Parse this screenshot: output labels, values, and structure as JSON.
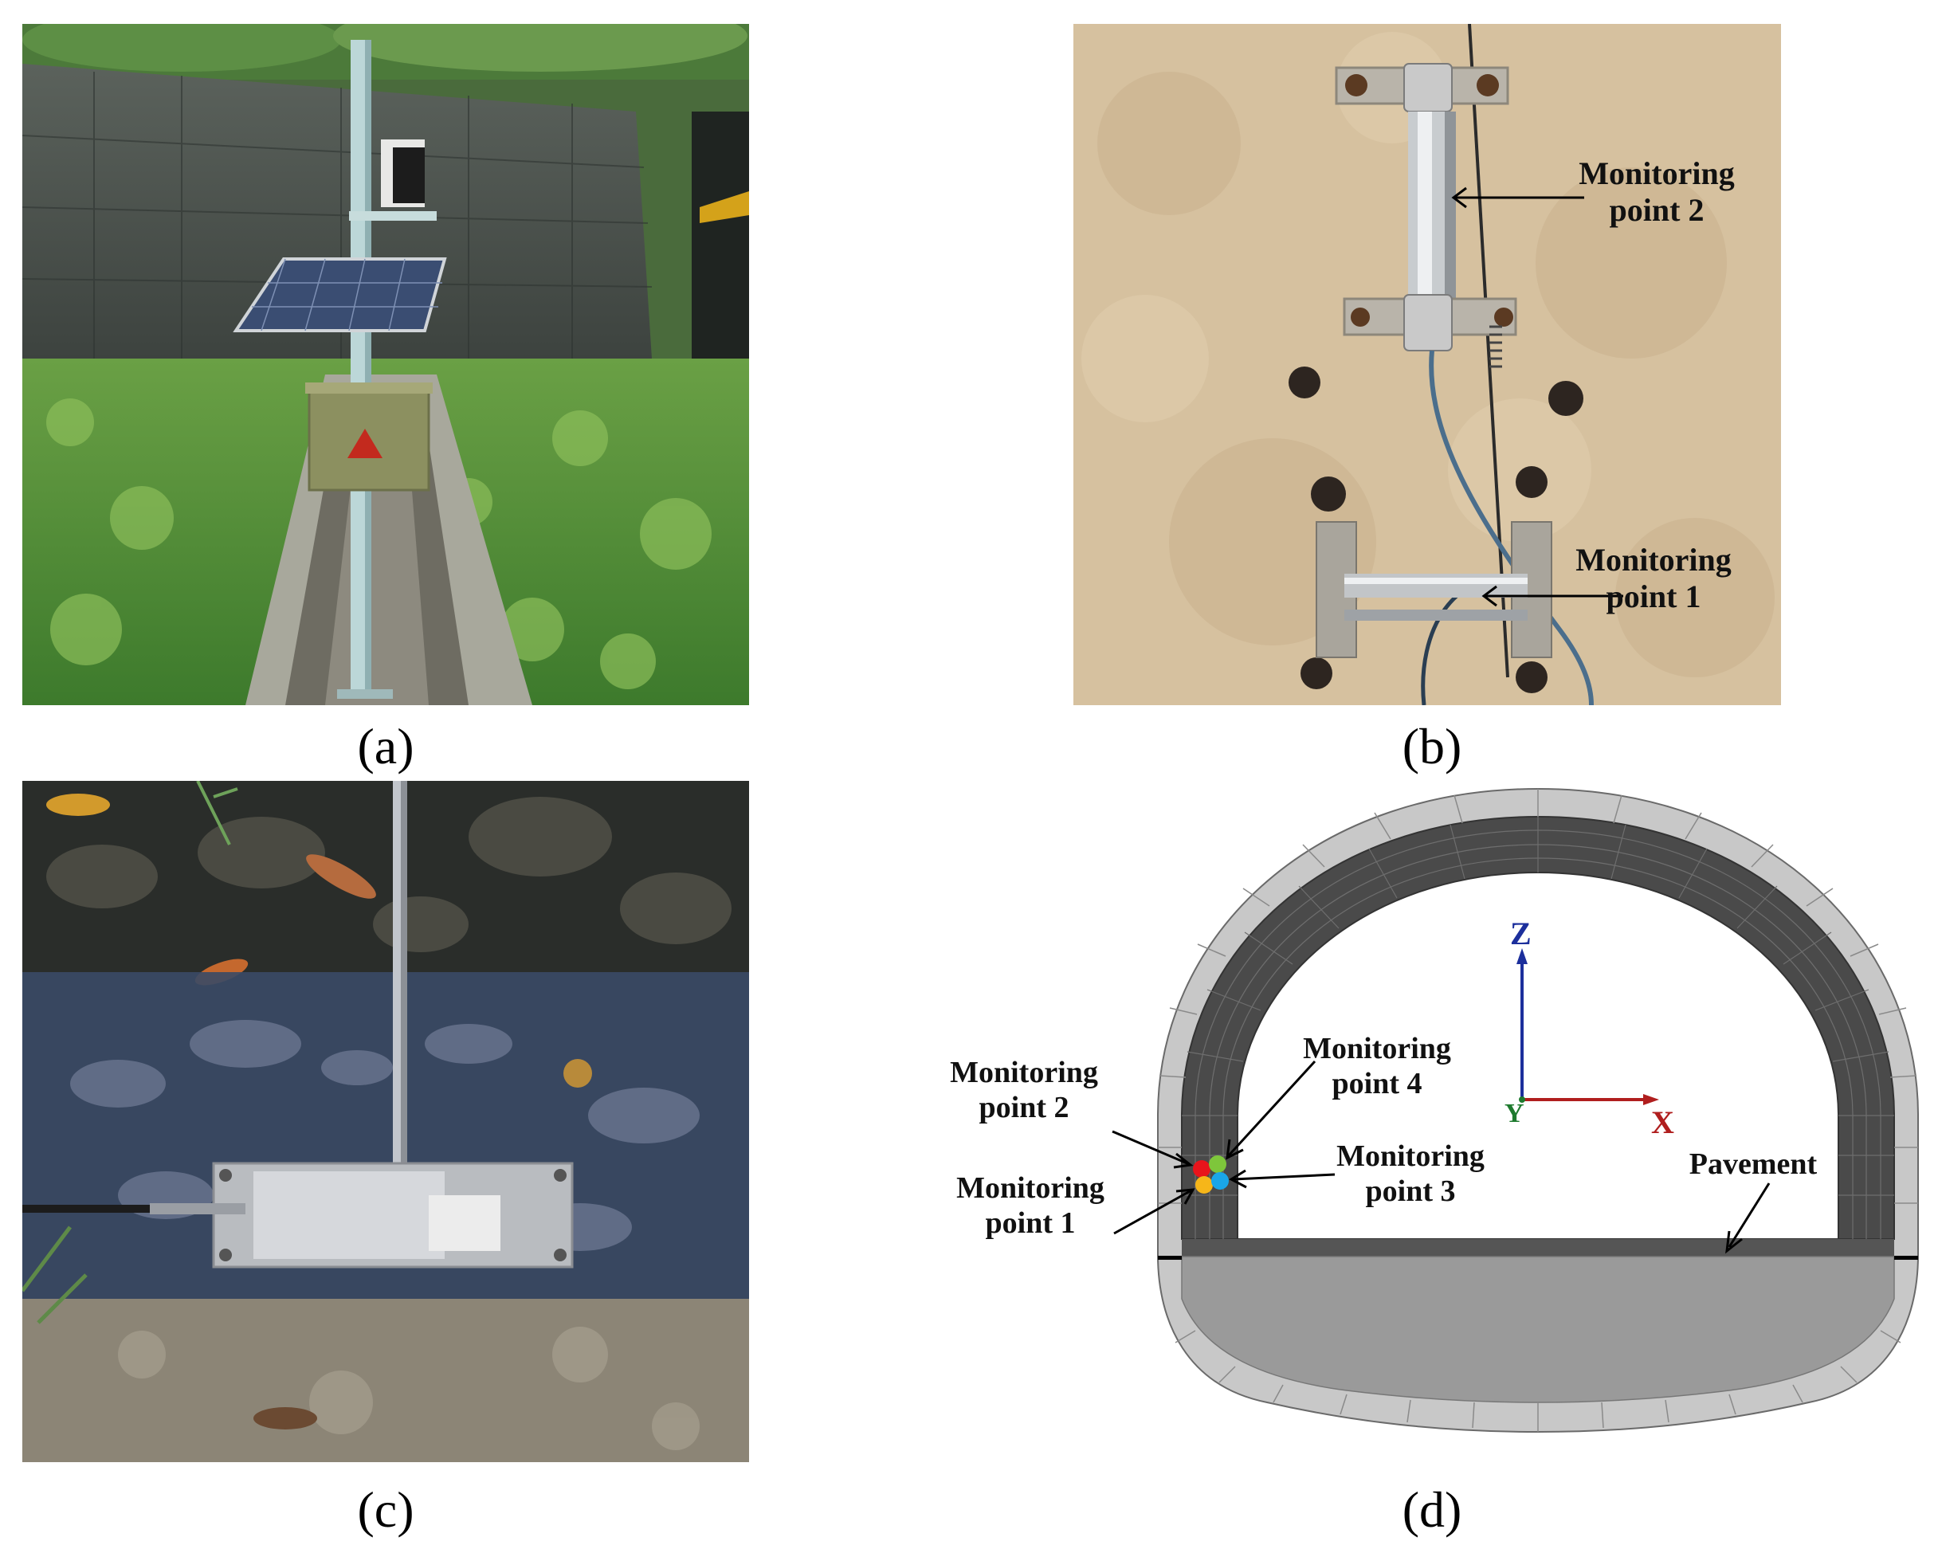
{
  "panels": {
    "a": {
      "caption": "(a)"
    },
    "b": {
      "caption": "(b)",
      "labels": {
        "mp2_line1": "Monitoring",
        "mp2_line2": "point 2",
        "mp1_line1": "Monitoring",
        "mp1_line2": "point 1"
      }
    },
    "c": {
      "caption": "(c)"
    },
    "d": {
      "caption": "(d)",
      "labels": {
        "mp2_line1": "Monitoring",
        "mp2_line2": "point 2",
        "mp1_line1": "Monitoring",
        "mp1_line2": "point 1",
        "mp4_line1": "Monitoring",
        "mp4_line2": "point 4",
        "mp3_line1": "Monitoring",
        "mp3_line2": "point 3",
        "pavement": "Pavement"
      },
      "axes": {
        "z": "Z",
        "x": "X",
        "y": "Y"
      },
      "colors": {
        "mp1": "#f6b619",
        "mp2": "#e8141b",
        "mp3": "#1aa6e8",
        "mp4": "#7ec63b",
        "axis_z": "#1c2f9c",
        "axis_x": "#b01e1e",
        "axis_y": "#1e7a2e"
      }
    }
  }
}
